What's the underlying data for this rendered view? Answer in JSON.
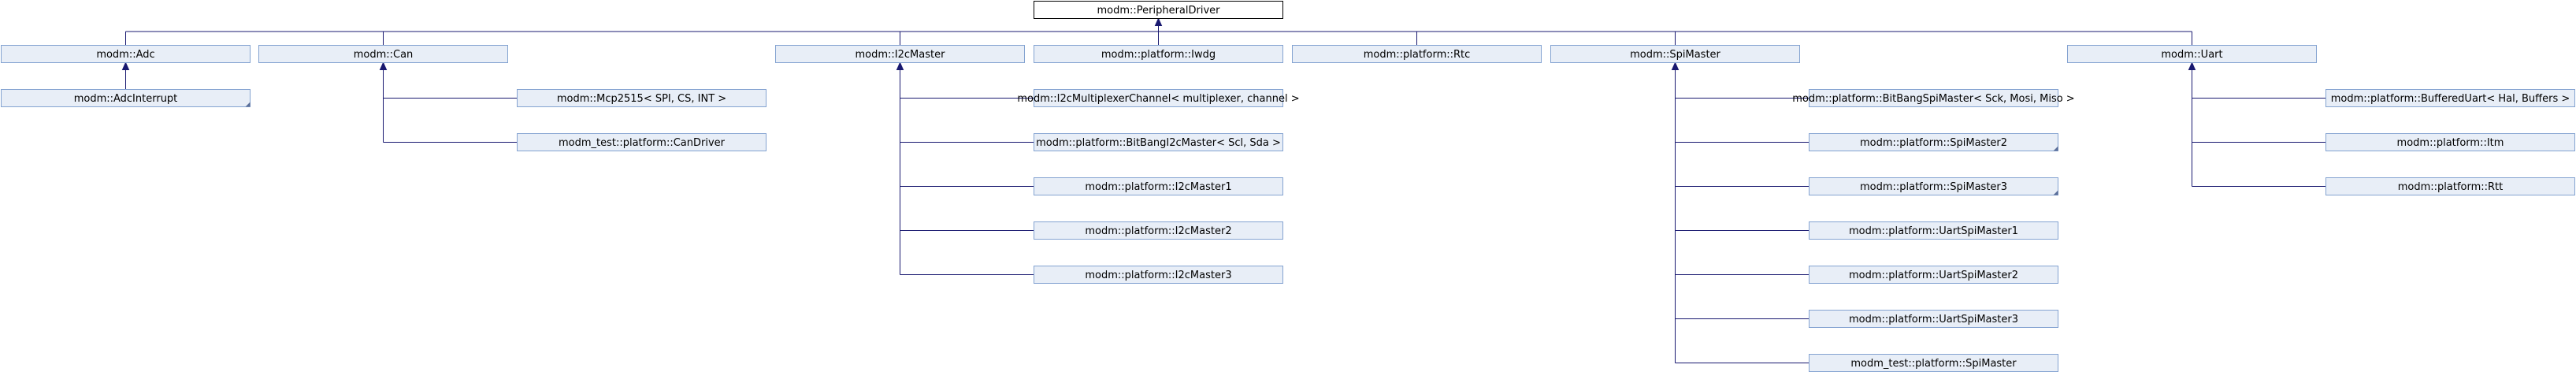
{
  "diagram": {
    "colors": {
      "edge": "#191970",
      "node_fill": "#e8eef7",
      "node_stroke": "#84a3d1",
      "root_fill": "#ffffff",
      "root_stroke": "#000000"
    },
    "root": {
      "label": "modm::PeripheralDriver"
    },
    "groups": [
      {
        "label": "modm::Adc",
        "children": [
          {
            "label": "modm::AdcInterrupt",
            "has_fold": true
          }
        ]
      },
      {
        "label": "modm::Can",
        "children": [
          {
            "label": "modm::Mcp2515< SPI, CS, INT >",
            "has_fold": false
          },
          {
            "label": "modm_test::platform::CanDriver",
            "has_fold": false
          }
        ]
      },
      {
        "label": "modm::I2cMaster",
        "children": [
          {
            "label": "modm::I2cMultiplexerChannel< multiplexer, channel >",
            "has_fold": false
          },
          {
            "label": "modm::platform::BitBangI2cMaster< Scl, Sda >",
            "has_fold": false
          },
          {
            "label": "modm::platform::I2cMaster1",
            "has_fold": false
          },
          {
            "label": "modm::platform::I2cMaster2",
            "has_fold": false
          },
          {
            "label": "modm::platform::I2cMaster3",
            "has_fold": false
          }
        ]
      },
      {
        "label": "modm::platform::Iwdg",
        "children": []
      },
      {
        "label": "modm::platform::Rtc",
        "children": []
      },
      {
        "label": "modm::SpiMaster",
        "children": [
          {
            "label": "modm::platform::BitBangSpiMaster< Sck, Mosi, Miso >",
            "has_fold": false
          },
          {
            "label": "modm::platform::SpiMaster2",
            "has_fold": true
          },
          {
            "label": "modm::platform::SpiMaster3",
            "has_fold": true
          },
          {
            "label": "modm::platform::UartSpiMaster1",
            "has_fold": false
          },
          {
            "label": "modm::platform::UartSpiMaster2",
            "has_fold": false
          },
          {
            "label": "modm::platform::UartSpiMaster3",
            "has_fold": false
          },
          {
            "label": "modm_test::platform::SpiMaster",
            "has_fold": false
          }
        ]
      },
      {
        "label": "modm::Uart",
        "children": [
          {
            "label": "modm::platform::BufferedUart< Hal, Buffers >",
            "has_fold": false
          },
          {
            "label": "modm::platform::Itm",
            "has_fold": false
          },
          {
            "label": "modm::platform::Rtt",
            "has_fold": false
          }
        ]
      }
    ]
  }
}
